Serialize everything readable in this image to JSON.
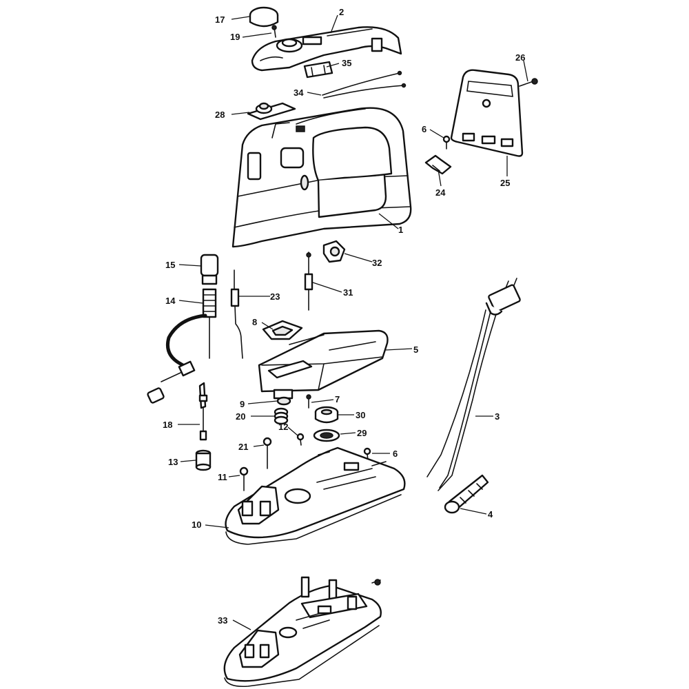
{
  "callouts": [
    {
      "id": "c17",
      "label": "17"
    },
    {
      "id": "c2",
      "label": "2"
    },
    {
      "id": "c19",
      "label": "19"
    },
    {
      "id": "c35",
      "label": "35"
    },
    {
      "id": "c34",
      "label": "34"
    },
    {
      "id": "c28",
      "label": "28"
    },
    {
      "id": "c26",
      "label": "26"
    },
    {
      "id": "c6a",
      "label": "6"
    },
    {
      "id": "c24",
      "label": "24"
    },
    {
      "id": "c25",
      "label": "25"
    },
    {
      "id": "c1",
      "label": "1"
    },
    {
      "id": "c32",
      "label": "32"
    },
    {
      "id": "c15",
      "label": "15"
    },
    {
      "id": "c14",
      "label": "14"
    },
    {
      "id": "c23",
      "label": "23"
    },
    {
      "id": "c31",
      "label": "31"
    },
    {
      "id": "c8",
      "label": "8"
    },
    {
      "id": "c5",
      "label": "5"
    },
    {
      "id": "c9",
      "label": "9"
    },
    {
      "id": "c7",
      "label": "7"
    },
    {
      "id": "c20",
      "label": "20"
    },
    {
      "id": "c30",
      "label": "30"
    },
    {
      "id": "c3",
      "label": "3"
    },
    {
      "id": "c18",
      "label": "18"
    },
    {
      "id": "c12",
      "label": "12"
    },
    {
      "id": "c29",
      "label": "29"
    },
    {
      "id": "c21",
      "label": "21"
    },
    {
      "id": "c6b",
      "label": "6"
    },
    {
      "id": "c13",
      "label": "13"
    },
    {
      "id": "c11",
      "label": "11"
    },
    {
      "id": "c10",
      "label": "10"
    },
    {
      "id": "c4",
      "label": "4"
    },
    {
      "id": "c33",
      "label": "33"
    }
  ]
}
